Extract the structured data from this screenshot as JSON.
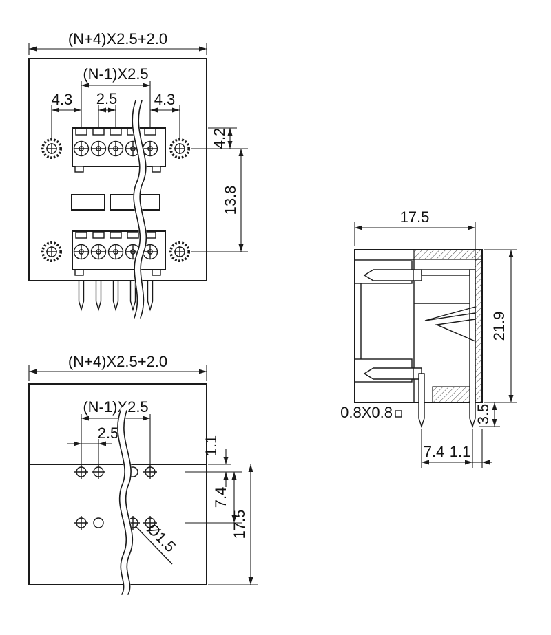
{
  "drawing": {
    "front_view": {
      "dim_overall_width": "(N+4)X2.5+2.0",
      "dim_pitch_total": "(N-1)X2.5",
      "dim_end_left": "4.3",
      "dim_pitch": "2.5",
      "dim_end_right": "4.3",
      "dim_top_offset": "4.2",
      "dim_row_spacing": "13.8"
    },
    "footprint_view": {
      "dim_overall_width": "(N+4)X2.5+2.0",
      "dim_pitch_total": "(N-1)X2.5",
      "dim_pitch": "2.5",
      "dim_edge_to_row": "1.1",
      "dim_row_spacing": "7.4",
      "dim_overall_depth": "17.5",
      "dim_hole_diameter": "Ø1.5"
    },
    "side_view": {
      "dim_depth": "17.5",
      "dim_height": "21.9",
      "dim_pin_section": "0.8X0.8",
      "dim_pin_protrusion": "3.5",
      "dim_pin_to_pin": "7.4",
      "dim_pin_to_edge": "1.1"
    }
  }
}
